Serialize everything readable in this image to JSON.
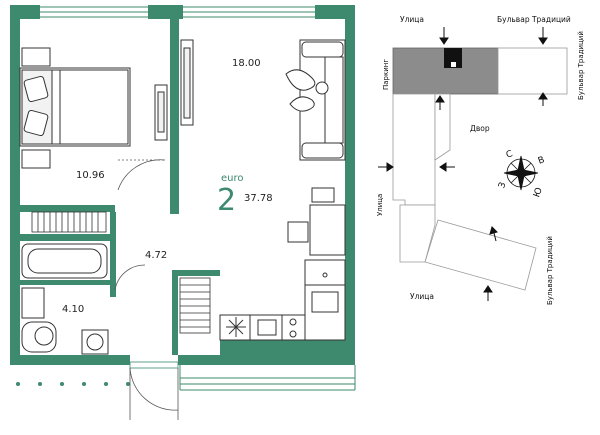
{
  "plan": {
    "rooms": {
      "bedroom_area": "10.96",
      "living_area": "18.00",
      "hall_area": "4.72",
      "bath_area": "4.10"
    },
    "apartment": {
      "type_label": "euro",
      "rooms_count": "2",
      "total_area": "37.78"
    }
  },
  "site_map": {
    "street_top": "Улица",
    "boulevard_top": "Бульвар Традиций",
    "parking": "Паркинг",
    "boulevard_right_top": "Бульвар Традиций",
    "yard": "Двор",
    "street_left": "Улица",
    "boulevard_right_bottom": "Бульвар Традиций",
    "street_bottom": "Улица"
  },
  "compass": {
    "north": "С",
    "east": "В",
    "south": "Ю",
    "west": "З"
  },
  "colors": {
    "wall": "#3d8a6e",
    "accent_text": "#3d8a6e",
    "parking_fill": "#8c8c8c",
    "building_fill": "#111111"
  }
}
